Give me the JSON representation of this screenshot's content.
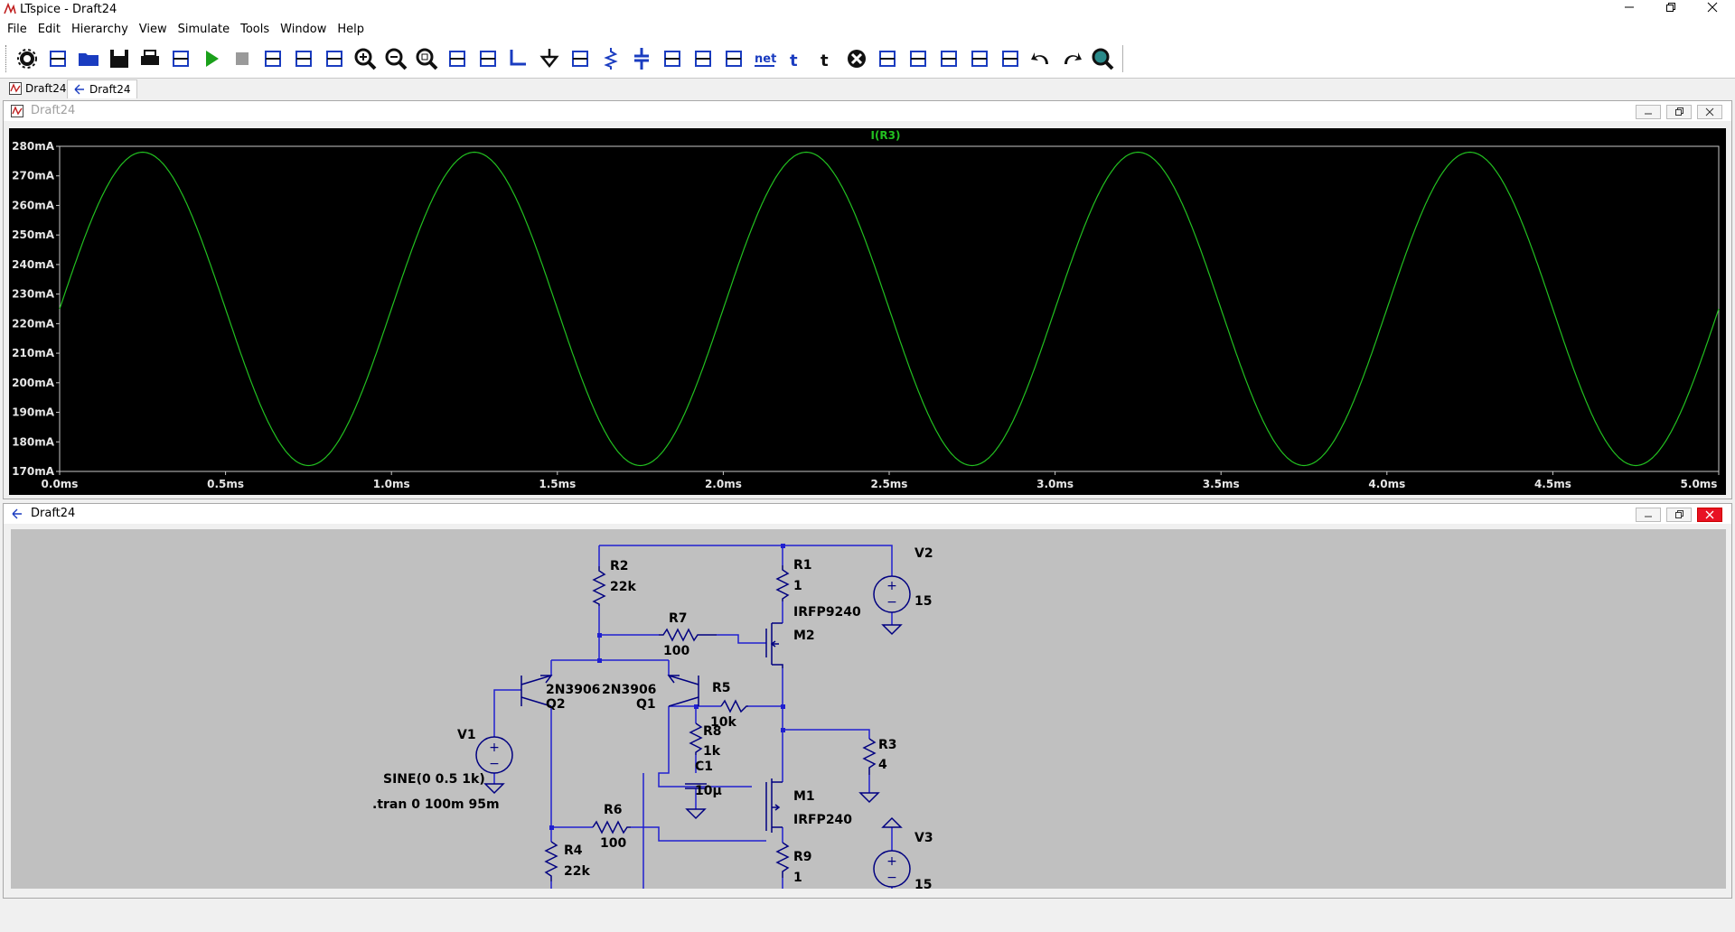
{
  "window": {
    "title": "LTspice - Draft24"
  },
  "menu": [
    "File",
    "Edit",
    "Hierarchy",
    "View",
    "Simulate",
    "Tools",
    "Window",
    "Help"
  ],
  "toolbar_icons": [
    "gear-icon",
    "add-component-icon",
    "open-icon",
    "save-icon",
    "print-icon",
    "netlist-icon",
    "run-icon",
    "halt-icon",
    "tile-vertical-icon",
    "tile-horizontal-icon",
    "cascade-icon",
    "zoom-in-icon",
    "zoom-out-icon",
    "zoom-fit-icon",
    "pan-icon",
    "waveform-icon",
    "wire-icon",
    "ground-icon",
    "label-net-icon",
    "resistor-icon",
    "capacitor-icon",
    "inductor-icon",
    "diode-icon",
    "component-icon",
    "net-name-icon",
    "text-icon",
    "spice-directive-icon",
    "delete-icon",
    "move-icon",
    "drag-icon",
    "rotate-icon",
    "mirror-icon",
    "flip-icon",
    "undo-icon",
    "redo-icon",
    "find-icon"
  ],
  "tabs": [
    {
      "label": "Draft24",
      "icon": "waveform-tab-icon"
    },
    {
      "label": "Draft24",
      "icon": "schematic-tab-icon"
    }
  ],
  "wave_window": {
    "title": "Draft24"
  },
  "schematic_window": {
    "title": "Draft24"
  },
  "colors": {
    "trace": "#22c020",
    "wire": "#2020d0",
    "component": "#000080",
    "plot_bg": "#000000",
    "grid_text": "#e6e6e6",
    "schematic_bg": "#c0c0c0"
  },
  "chart_data": {
    "type": "line",
    "title": "I(R3)",
    "xlabel": "",
    "ylabel": "",
    "x_ticks": [
      "0.0ms",
      "0.5ms",
      "1.0ms",
      "1.5ms",
      "2.0ms",
      "2.5ms",
      "3.0ms",
      "3.5ms",
      "4.0ms",
      "4.5ms",
      "5.0ms"
    ],
    "y_ticks": [
      "170mA",
      "180mA",
      "190mA",
      "200mA",
      "210mA",
      "220mA",
      "230mA",
      "240mA",
      "250mA",
      "260mA",
      "270mA",
      "280mA"
    ],
    "xlim": [
      0,
      5
    ],
    "ylim": [
      170,
      280
    ],
    "series": [
      {
        "name": "I(R3)",
        "function": "sine",
        "offset": 225,
        "amplitude": 53,
        "period": 1.0,
        "phase": 0.0
      }
    ]
  },
  "schematic": {
    "labels": {
      "R2": "R2",
      "R2v": "22k",
      "R7": "R7",
      "R7v": "100",
      "R1": "R1",
      "R1v": "1",
      "V2": "V2",
      "V2v": "15",
      "M2t": "IRFP9240",
      "M2": "M2",
      "Q2t": "2N3906",
      "Q2": "Q2",
      "Q1t": "2N3906",
      "Q1": "Q1",
      "R5": "R5",
      "R5v": "10k",
      "R8": "R8",
      "R8v": "1k",
      "C1": "C1",
      "C1v": "10µ",
      "R3": "R3",
      "R3v": "4",
      "V1": "V1",
      "V1v": "SINE(0 0.5 1k)",
      "directive": ".tran 0 100m 95m",
      "M1": "M1",
      "M1t": "IRFP240",
      "R6": "R6",
      "R6v": "100",
      "R4": "R4",
      "R4v": "22k",
      "R9": "R9",
      "R9v": "1",
      "V3": "V3",
      "V3v": "15"
    }
  }
}
